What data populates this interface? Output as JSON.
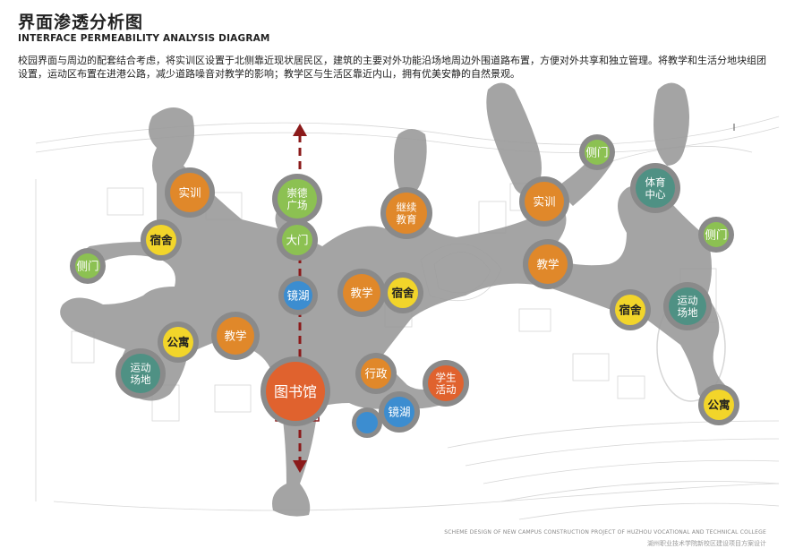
{
  "header": {
    "title_cn": "界面渗透分析图",
    "title_en": "INTERFACE PERMEABILITY ANALYSIS DIAGRAM",
    "description": "校园界面与周边的配套结合考虑，将实训区设置于北侧靠近现状居民区，建筑的主要对外功能沿场地周边外围道路布置，方便对外共享和独立管理。将教学和生活分地块组团设置，运动区布置在进港公路，减少道路噪音对教学的影响；教学区与生活区靠近内山，拥有优美安静的自然景观。"
  },
  "colors": {
    "orange": "#e0882a",
    "yellow": "#f2d52a",
    "green": "#8cc152",
    "teal": "#4f9184",
    "blue": "#3c8dd0",
    "red_orange": "#e0622e",
    "blob": "#9a9a9a",
    "arrow": "#8b1a1a"
  },
  "nodes": [
    {
      "id": "shixun-west",
      "label": "实训",
      "color": "orange"
    },
    {
      "id": "chongde",
      "label": "崇德\n广场",
      "color": "green"
    },
    {
      "id": "jixu",
      "label": "继续\n教育",
      "color": "orange"
    },
    {
      "id": "shixun-east",
      "label": "实训",
      "color": "orange"
    },
    {
      "id": "ceman-north",
      "label": "侧门",
      "color": "green"
    },
    {
      "id": "tiyu",
      "label": "体育\n中心",
      "color": "teal"
    },
    {
      "id": "ceman-east",
      "label": "侧门",
      "color": "green"
    },
    {
      "id": "sushe-west",
      "label": "宿舍",
      "color": "yellow"
    },
    {
      "id": "damen",
      "label": "大门",
      "color": "green"
    },
    {
      "id": "ceman-west",
      "label": "侧门",
      "color": "green"
    },
    {
      "id": "jiaoxue-east",
      "label": "教学",
      "color": "orange"
    },
    {
      "id": "jinghu-north",
      "label": "镜湖",
      "color": "blue"
    },
    {
      "id": "jiaoxue-center",
      "label": "教学",
      "color": "orange"
    },
    {
      "id": "sushe-center",
      "label": "宿舍",
      "color": "yellow"
    },
    {
      "id": "yundong-east",
      "label": "运动\n场地",
      "color": "teal"
    },
    {
      "id": "sushe-east",
      "label": "宿舍",
      "color": "yellow"
    },
    {
      "id": "gongyu-west",
      "label": "公寓",
      "color": "yellow"
    },
    {
      "id": "jiaoxue-west",
      "label": "教学",
      "color": "orange"
    },
    {
      "id": "yundong-west",
      "label": "运动\n场地",
      "color": "teal"
    },
    {
      "id": "xingzheng",
      "label": "行政",
      "color": "orange"
    },
    {
      "id": "xuesheng",
      "label": "学生\n活动",
      "color": "red_orange"
    },
    {
      "id": "library",
      "label": "图书馆",
      "color": "red_orange"
    },
    {
      "id": "jinghu-south",
      "label": "镜湖",
      "color": "blue"
    },
    {
      "id": "gongyu-east",
      "label": "公寓",
      "color": "yellow"
    }
  ],
  "footer": {
    "en": "SCHEME DESIGN OF NEW CAMPUS CONSTRUCTION PROJECT OF HUZHOU VOCATIONAL AND TECHNICAL COLLEGE",
    "cn": "湖州职业技术学院新校区建设项目方案设计"
  }
}
